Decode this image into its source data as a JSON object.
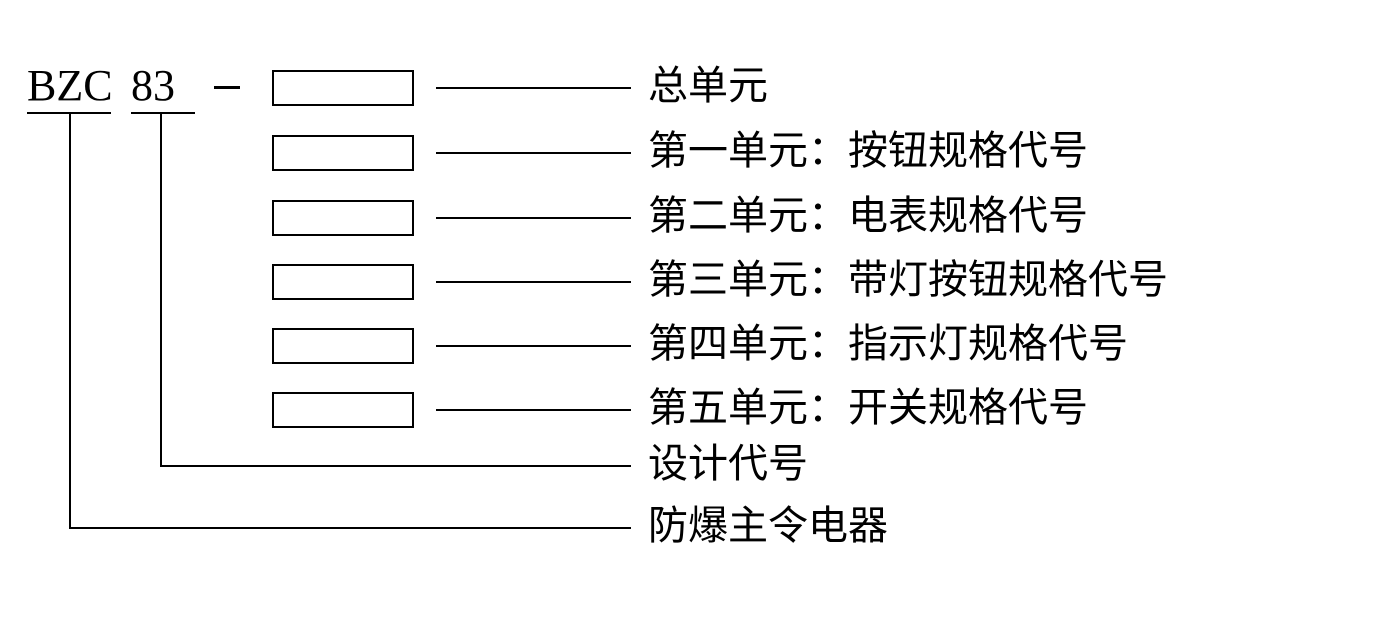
{
  "diagram": {
    "title_code": {
      "prefix": "BZC",
      "series": "83",
      "separator": "-"
    },
    "rows": [
      {
        "label": "总单元"
      },
      {
        "label": "第一单元：按钮规格代号"
      },
      {
        "label": "第二单元：电表规格代号"
      },
      {
        "label": "第三单元：带灯按钮规格代号"
      },
      {
        "label": "第四单元：指示灯规格代号"
      },
      {
        "label": "第五单元：开关规格代号"
      }
    ],
    "bottom_labels": [
      {
        "label": "设计代号"
      },
      {
        "label": "防爆主令电器"
      }
    ],
    "colors": {
      "stroke": "#000000",
      "background": "#ffffff"
    }
  }
}
